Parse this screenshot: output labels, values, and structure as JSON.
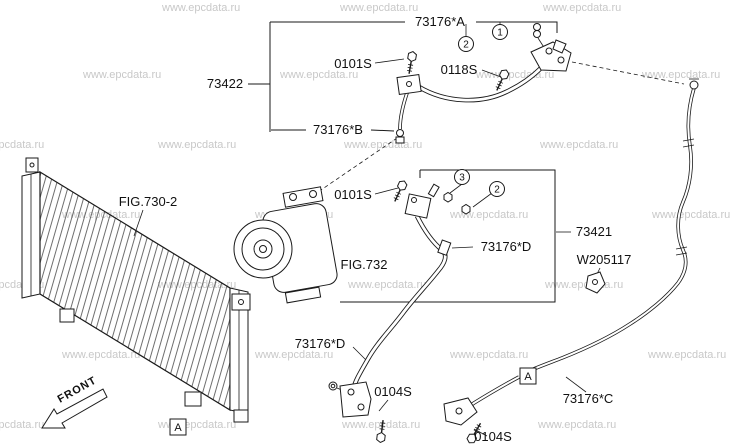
{
  "watermark": {
    "text": "www.epcdata.ru"
  },
  "diagram": {
    "labels": {
      "fig_730_2": "FIG.730-2",
      "fig_732": "FIG.732",
      "p73176a": "73176*A",
      "p73422": "73422",
      "p73176b": "73176*B",
      "p0101s_top": "0101S",
      "p0118s": "0118S",
      "p0101s_mid": "0101S",
      "p73421": "73421",
      "p73176d_mid": "73176*D",
      "w205117": "W205117",
      "p73176d_bot": "73176*D",
      "p73176c": "73176*C",
      "p0104s_left": "0104S",
      "p0104s_right": "0104S"
    },
    "callouts": {
      "one": "1",
      "two": "2",
      "three": "3",
      "two_b": "2",
      "box_a": "A"
    },
    "front_label": "FRONT"
  },
  "colors": {
    "line": "#1a1a1a",
    "watermark": "#c8c8c8",
    "background": "#ffffff"
  }
}
